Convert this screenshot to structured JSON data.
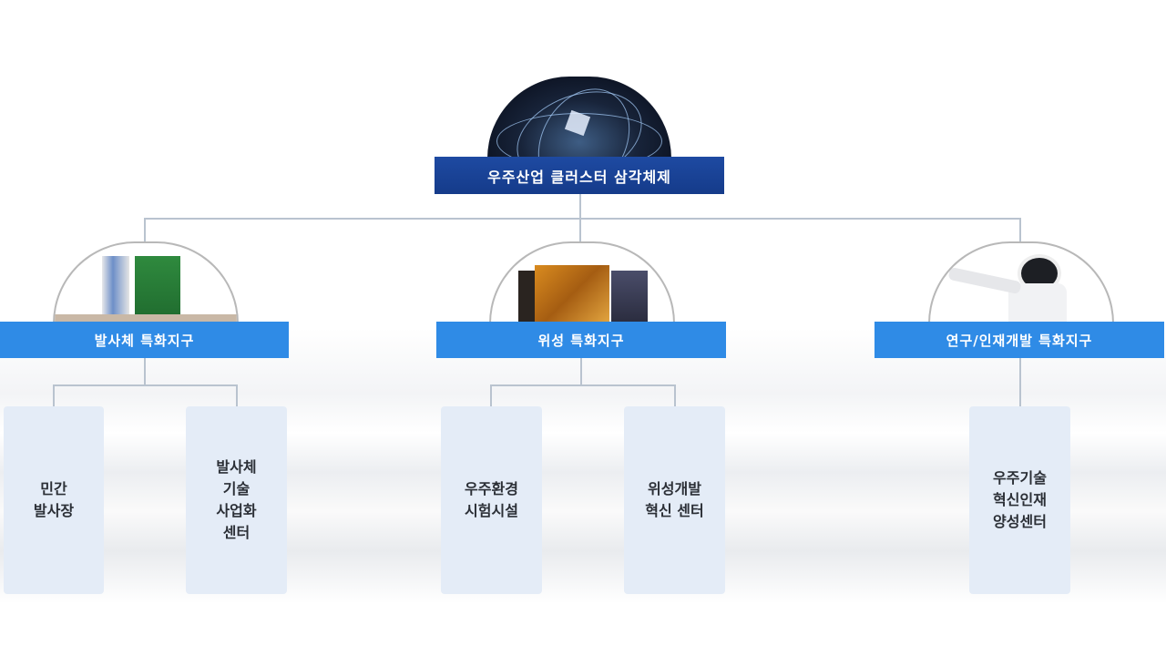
{
  "title": "우주산업 클러스터 삼각체제",
  "colors": {
    "root_bar": "#153b8a",
    "zone_bar": "#2f8be6",
    "leaf_box": "#e4ecf7",
    "connector": "#b9c3cf",
    "leaf_text": "#2b2f36"
  },
  "zones": [
    {
      "label": "발사체 특화지구",
      "image": "launch-vehicle-image",
      "children": [
        {
          "label": "민간\n발사장"
        },
        {
          "label": "발사체\n기술\n사업화\n센터"
        }
      ]
    },
    {
      "label": "위성 특화지구",
      "image": "satellite-image",
      "children": [
        {
          "label": "우주환경\n시험시설"
        },
        {
          "label": "위성개발\n혁신 센터"
        }
      ]
    },
    {
      "label": "연구/인재개발 특화지구",
      "image": "astronaut-image",
      "children": [
        {
          "label": "우주기술\n혁신인재\n양성센터"
        }
      ]
    }
  ]
}
